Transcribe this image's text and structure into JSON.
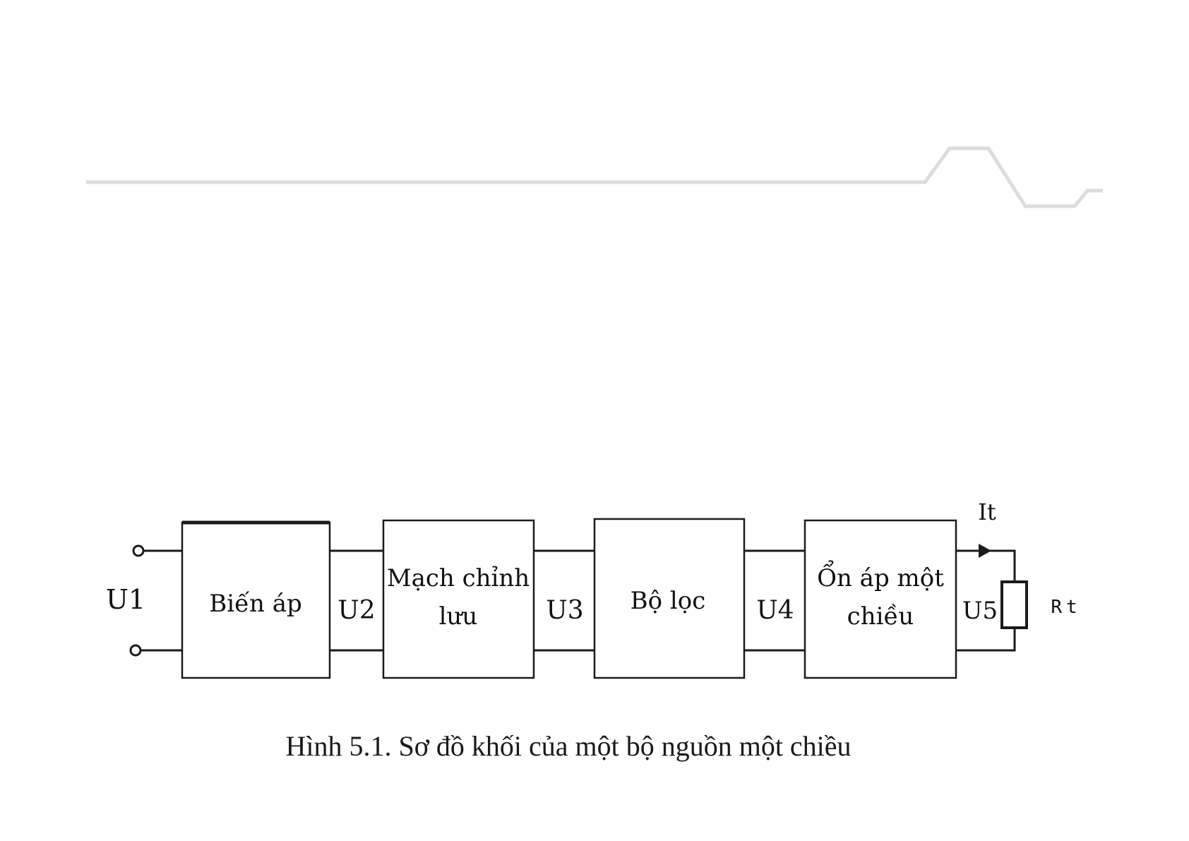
{
  "diagram": {
    "blocks": [
      {
        "id": "bien-ap",
        "lines": [
          "Biến áp"
        ]
      },
      {
        "id": "mach-chinh-luu",
        "lines": [
          "Mạch chỉnh",
          "lưu"
        ]
      },
      {
        "id": "bo-loc",
        "lines": [
          "Bộ lọc"
        ]
      },
      {
        "id": "on-ap",
        "lines": [
          "Ổn áp một",
          "chiều"
        ]
      }
    ],
    "voltages": [
      "U1",
      "U2",
      "U3",
      "U4",
      "U5"
    ],
    "current_label": "It",
    "load_label": "Rt"
  },
  "caption": "Hình 5.1. Sơ đồ khối của một bộ nguồn một chiều",
  "colors": {
    "line": "#1a1a1a",
    "deco_line": "#dcdcdc",
    "background": "#ffffff"
  }
}
